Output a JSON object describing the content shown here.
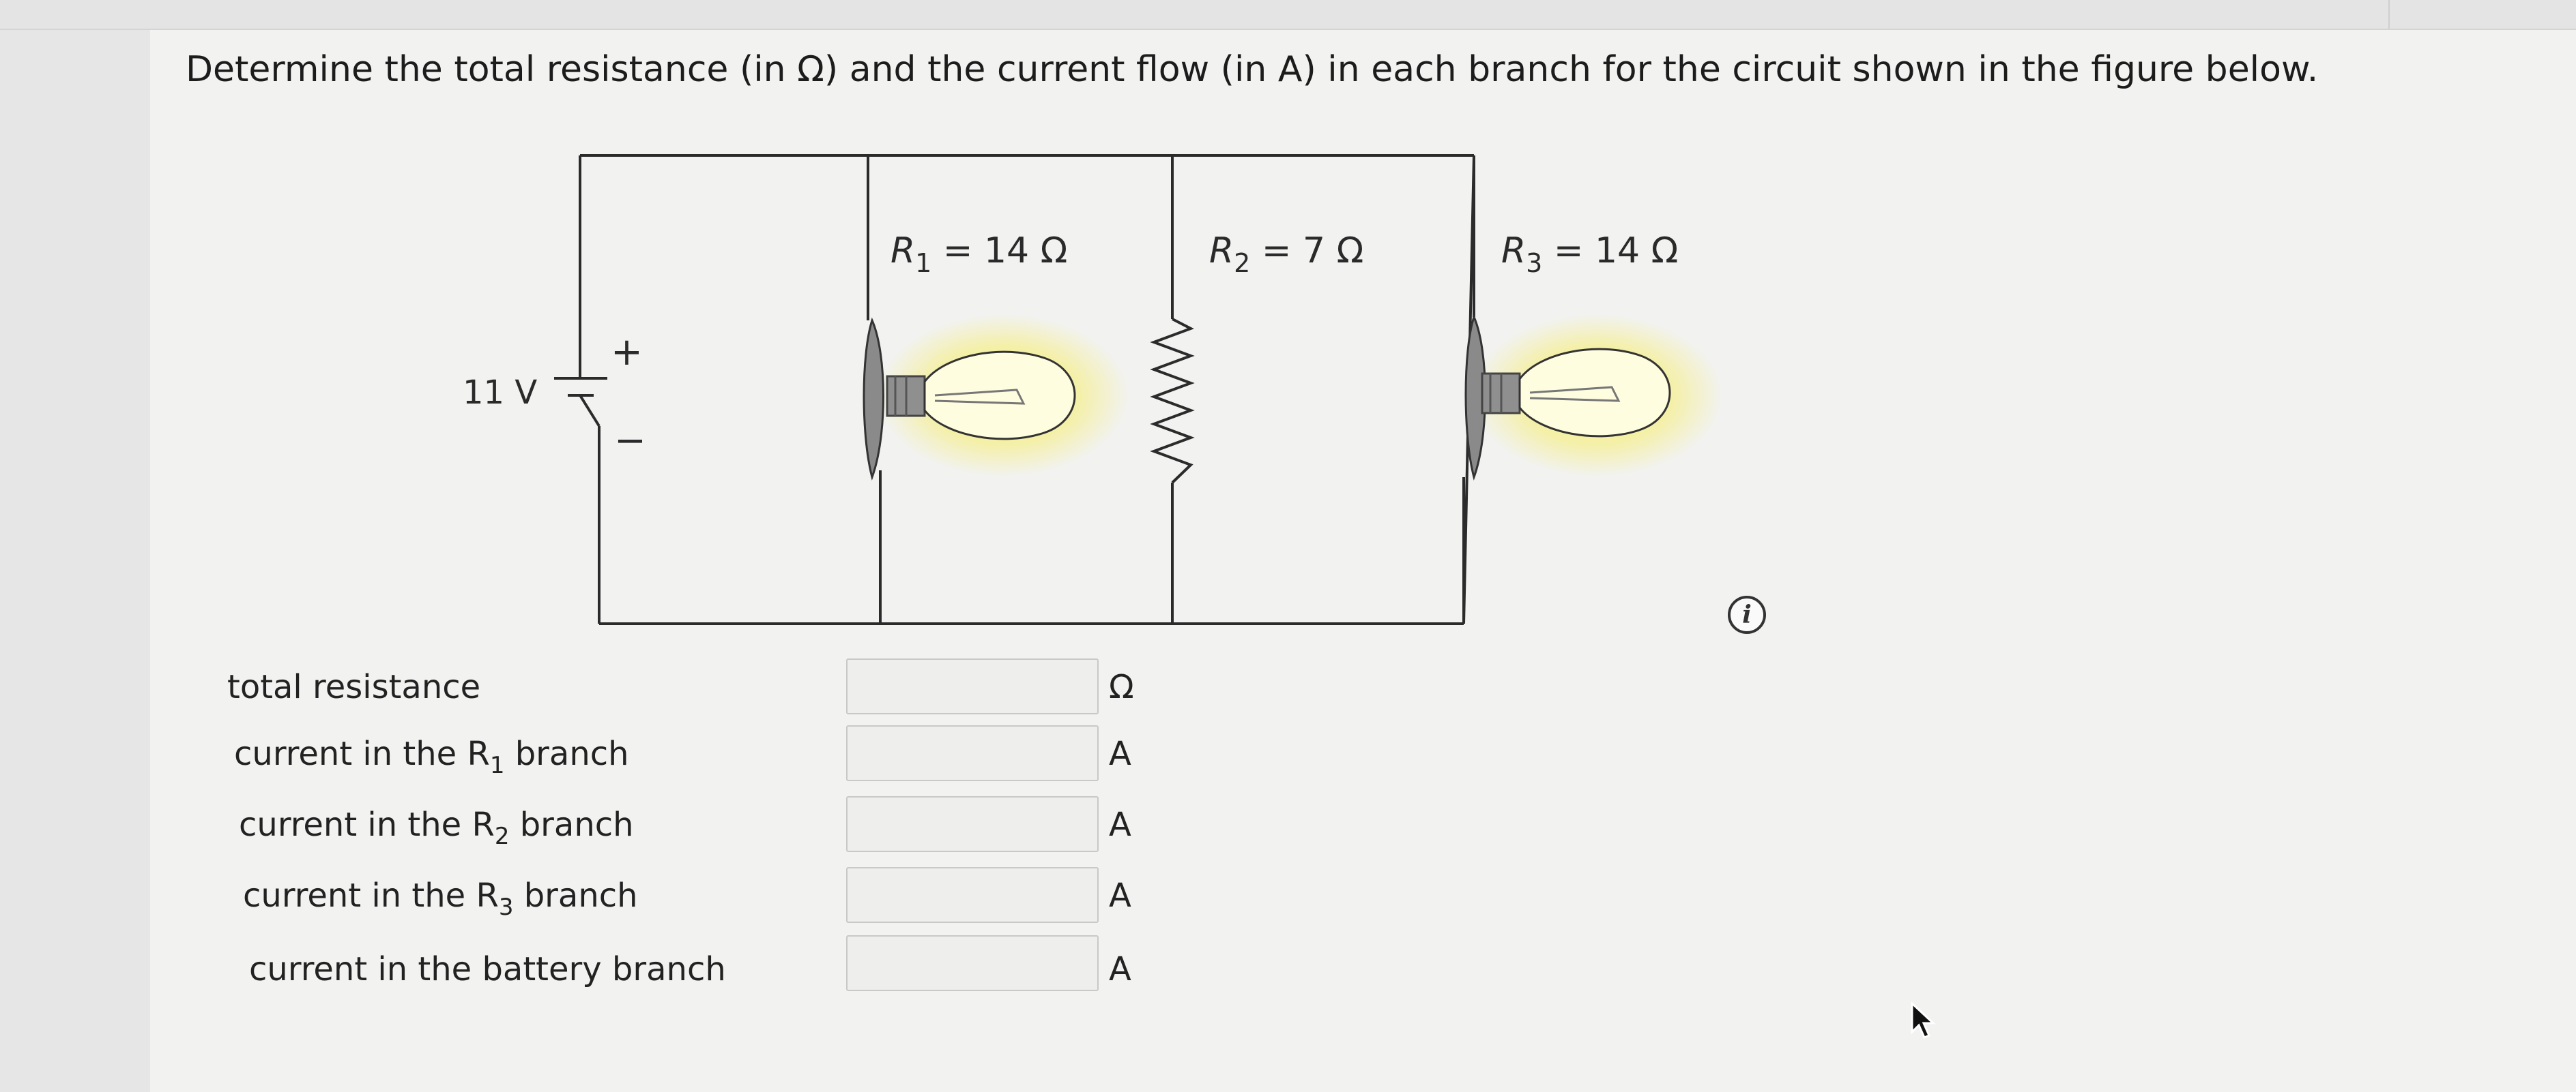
{
  "question": {
    "text": "Determine the total resistance (in Ω) and the current flow (in A) in each branch for the circuit shown in the figure below."
  },
  "figure": {
    "battery_label": "11 V",
    "plus_sign": "+",
    "minus_sign": "−",
    "resistors": [
      {
        "name": "R",
        "sub": "1",
        "value": "= 14 Ω",
        "type": "light bulb"
      },
      {
        "name": "R",
        "sub": "2",
        "value": "= 7 Ω",
        "type": "resistor"
      },
      {
        "name": "R",
        "sub": "3",
        "value": "= 14 Ω",
        "type": "light bulb"
      }
    ]
  },
  "answers": {
    "rows": [
      {
        "label_pre": "total resistance",
        "sub": "",
        "label_post": "",
        "value": "",
        "unit": "Ω"
      },
      {
        "label_pre": "current in the R",
        "sub": "1",
        "label_post": " branch",
        "value": "",
        "unit": "A"
      },
      {
        "label_pre": "current in the R",
        "sub": "2",
        "label_post": " branch",
        "value": "",
        "unit": "A"
      },
      {
        "label_pre": "current in the R",
        "sub": "3",
        "label_post": " branch",
        "value": "",
        "unit": "A"
      },
      {
        "label_pre": "current in the battery branch",
        "sub": "",
        "label_post": "",
        "value": "",
        "unit": "A"
      }
    ]
  },
  "icons": {
    "info": "i",
    "info_icon_name": "info-icon",
    "cursor_icon_name": "mouse-pointer-icon",
    "bulb_icon_name": "light-bulb-icon"
  },
  "colors": {
    "wire": "#2b2b2b",
    "bulb_glow": "#f5f07a",
    "bulb_glass": "#fffde0",
    "bulb_base": "#8c8c8c"
  }
}
